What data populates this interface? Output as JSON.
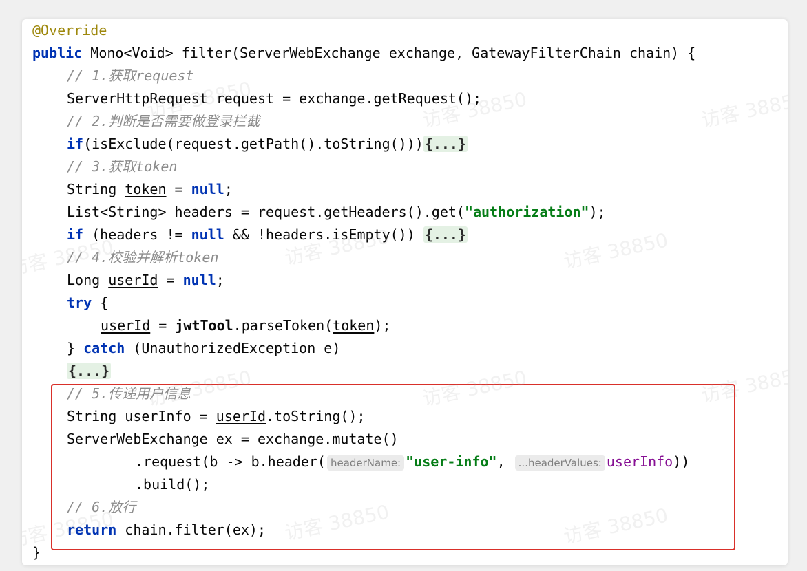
{
  "code": {
    "annotation": "@Override",
    "sig": {
      "kw": "public",
      "rest": " Mono<Void> filter(ServerWebExchange exchange, GatewayFilterChain chain) {"
    },
    "c1": "// 1.获取request",
    "l_request": "ServerHttpRequest request = exchange.getRequest();",
    "c2": "// 2.判断是否需要做登录拦截",
    "if1": {
      "kw": "if",
      "rest": "(isExclude(request.getPath().toString()))",
      "fold": "{...}"
    },
    "c3": "// 3.获取token",
    "token_line": {
      "a": "String ",
      "var": "token",
      "b": " = ",
      "kw": "null",
      "c": ";"
    },
    "headers_line": {
      "a": "List<String> headers = request.getHeaders().get(",
      "str": "\"authorization\"",
      "b": ");"
    },
    "if2": {
      "kw": "if",
      "a": " (headers != ",
      "null": "null",
      "b": " && !headers.isEmpty()) ",
      "fold": "{...}"
    },
    "c4": "// 4.校验并解析token",
    "userid_line": {
      "a": "Long ",
      "var": "userId",
      "b": " = ",
      "kw": "null",
      "c": ";"
    },
    "try_line": {
      "kw": "try",
      "rest": " {"
    },
    "parse_line": {
      "var": "userId",
      "a": " = ",
      "tool": "jwtTool",
      "b": ".parseToken(",
      "arg": "token",
      "c": ");"
    },
    "catch_line": {
      "a": "} ",
      "kw": "catch",
      "b": " (UnauthorizedException e)"
    },
    "fold_line": "{...}",
    "c5": "// 5.传递用户信息",
    "userinfo_line": {
      "a": "String userInfo = ",
      "var": "userId",
      "b": ".toString();"
    },
    "ex_line": "ServerWebExchange ex = exchange.mutate()",
    "request_line": {
      "a": ".request(b -> b.header(",
      "hint1": "headerName:",
      "str": "\"user-info\"",
      "comma": ", ",
      "hint2": "...headerValues:",
      "var": "userInfo",
      "b": "))"
    },
    "build_line": ".build();",
    "c6": "// 6.放行",
    "return_line": {
      "kw": "return",
      "rest": " chain.filter(ex);"
    },
    "close_brace": "}"
  },
  "watermark": "访客 38850",
  "colors": {
    "keyword": "#0033b3",
    "string": "#067d17",
    "comment": "#8c8c8c",
    "annotation": "#9e880d",
    "field": "#871094",
    "highlight_box": "#d9302a"
  }
}
